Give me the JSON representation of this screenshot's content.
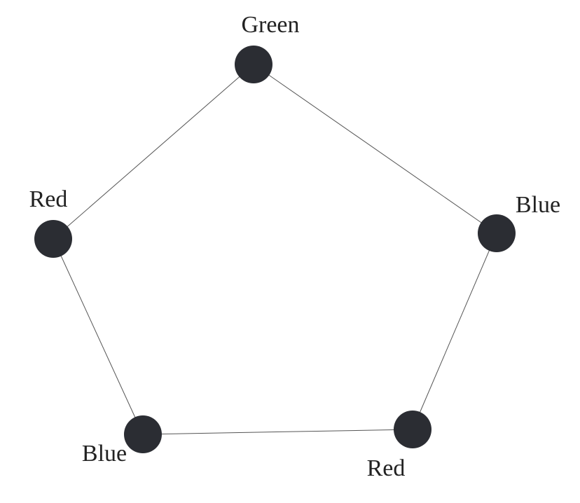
{
  "graph": {
    "colors": {
      "vertex_fill": "#2b2d33",
      "edge_stroke": "#555555",
      "label": "#222222",
      "background": "#ffffff"
    },
    "vertices": [
      {
        "id": "top",
        "label": "Green"
      },
      {
        "id": "right",
        "label": "Blue"
      },
      {
        "id": "bottom-right",
        "label": "Red"
      },
      {
        "id": "bottom-left",
        "label": "Blue"
      },
      {
        "id": "left",
        "label": "Red"
      }
    ],
    "edges": [
      [
        "top",
        "right"
      ],
      [
        "right",
        "bottom-right"
      ],
      [
        "bottom-right",
        "bottom-left"
      ],
      [
        "bottom-left",
        "left"
      ],
      [
        "left",
        "top"
      ]
    ]
  }
}
